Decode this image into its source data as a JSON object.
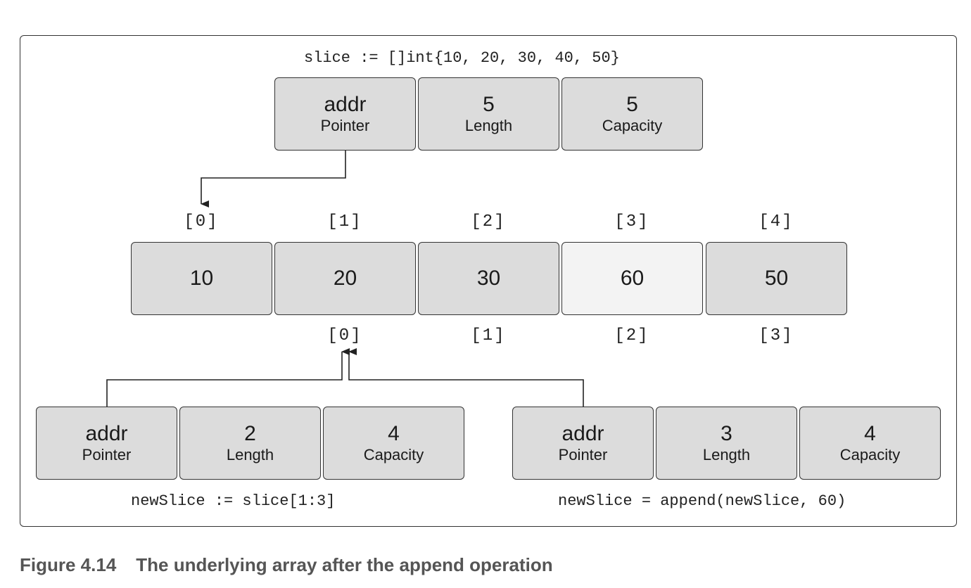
{
  "top": {
    "code": "slice := []int{10, 20, 30, 40, 50}",
    "fields": [
      {
        "value": "addr",
        "label": "Pointer"
      },
      {
        "value": "5",
        "label": "Length"
      },
      {
        "value": "5",
        "label": "Capacity"
      }
    ]
  },
  "array": {
    "top_indices": [
      "[0]",
      "[1]",
      "[2]",
      "[3]",
      "[4]"
    ],
    "values": [
      "10",
      "20",
      "30",
      "60",
      "50"
    ],
    "bottom_indices": [
      "[0]",
      "[1]",
      "[2]",
      "[3]"
    ]
  },
  "left_slice": {
    "fields": [
      {
        "value": "addr",
        "label": "Pointer"
      },
      {
        "value": "2",
        "label": "Length"
      },
      {
        "value": "4",
        "label": "Capacity"
      }
    ],
    "code": "newSlice := slice[1:3]"
  },
  "right_slice": {
    "fields": [
      {
        "value": "addr",
        "label": "Pointer"
      },
      {
        "value": "3",
        "label": "Length"
      },
      {
        "value": "4",
        "label": "Capacity"
      }
    ],
    "code": "newSlice = append(newSlice, 60)"
  },
  "caption": {
    "number": "Figure 4.14",
    "text": "The underlying array after the append operation"
  }
}
